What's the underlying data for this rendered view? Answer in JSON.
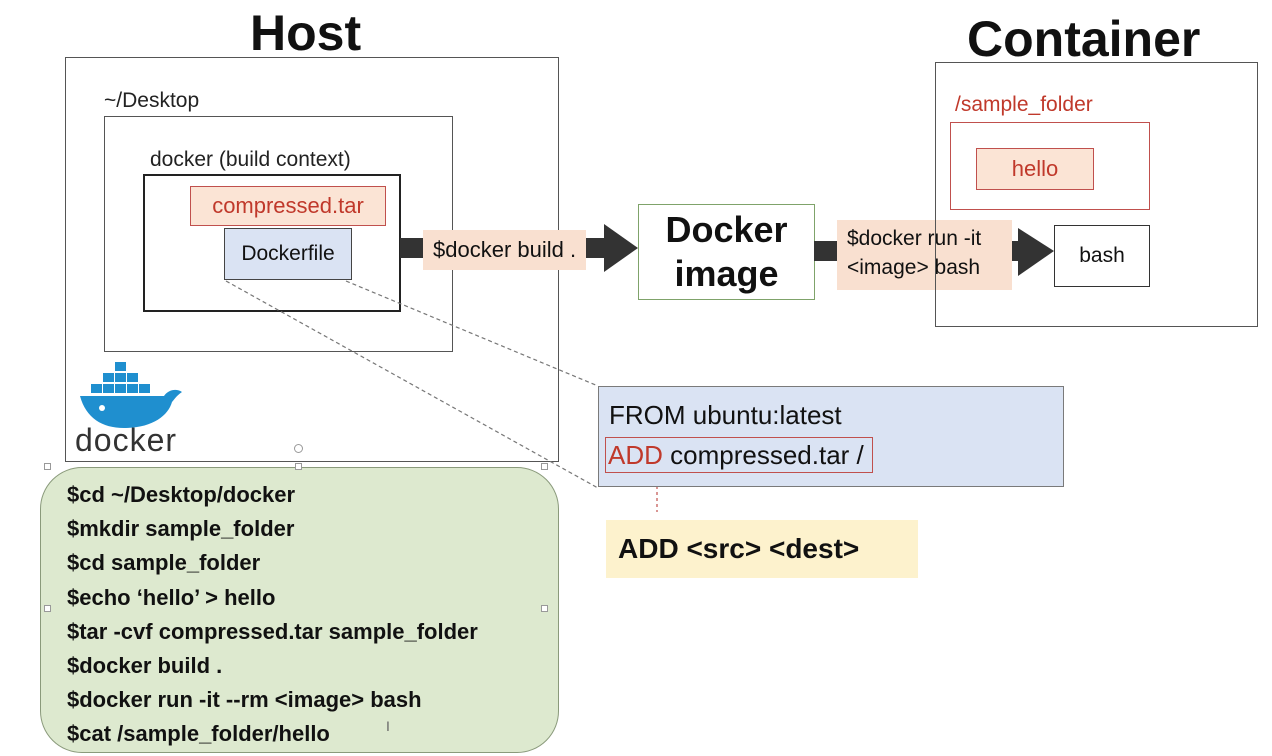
{
  "host": {
    "title": "Host",
    "desktop_label": "~/Desktop",
    "build_context_label": "docker (build context)",
    "compressed_file": "compressed.tar",
    "dockerfile": "Dockerfile",
    "logo_text": "docker"
  },
  "container": {
    "title": "Container",
    "folder_label": "/sample_folder",
    "file": "hello",
    "shell": "bash"
  },
  "flow": {
    "build_command": "$docker build .",
    "image_label_line1": "Docker",
    "image_label_line2": "image",
    "run_command_line1": "$docker run -it",
    "run_command_line2": "<image> bash"
  },
  "dockerfile_contents": {
    "line1": "FROM ubuntu:latest",
    "line2_keyword": "ADD",
    "line2_rest": " compressed.tar /"
  },
  "add_syntax": "ADD <src> <dest>",
  "commands": [
    "$cd ~/Desktop/docker",
    "$mkdir sample_folder",
    "$cd sample_folder",
    "$echo ‘hello’ > hello",
    "$tar -cvf compressed.tar sample_folder",
    "$docker build .",
    "$docker run -it --rm <image> bash",
    "$cat /sample_folder/hello"
  ],
  "colors": {
    "accent_red": "#c0392b",
    "note_fill": "#fbe4d5",
    "code_fill": "#dde9cf",
    "dockerfile_fill": "#dae3f3",
    "syntax_fill": "#fdf2cd",
    "docker_blue": "#1f8fcf"
  }
}
